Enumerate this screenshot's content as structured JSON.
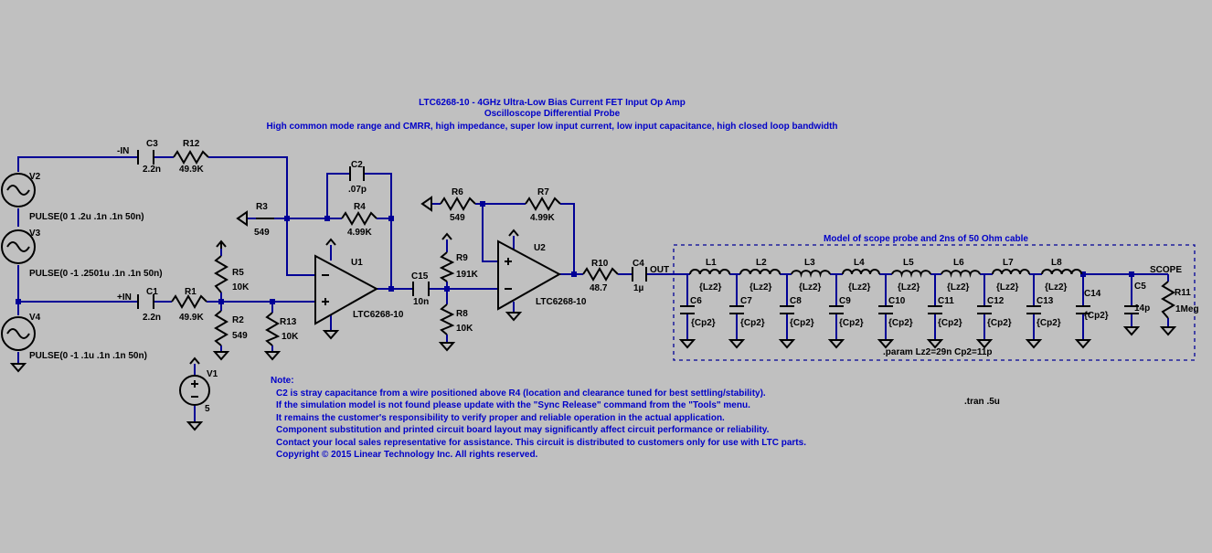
{
  "header": {
    "title": "LTC6268-10 - 4GHz Ultra-Low Bias Current FET Input Op Amp",
    "subtitle": "Oscilloscope Differential Probe",
    "description": "High common mode range and CMRR, high impedance, super low input current, low input capacitance, high closed loop bandwidth"
  },
  "labels": {
    "C3": "C3",
    "C3_value": "2.2n",
    "R12": "R12",
    "R12_value": "49.9K",
    "neg_in": "-IN",
    "pos_in": "+IN",
    "C1": "C1",
    "C1_value": "2.2n",
    "R1": "R1",
    "R1_value": "49.9K",
    "V2": "V2",
    "V2_value": "PULSE(0 1 .2u .1n .1n 50n)",
    "V3": "V3",
    "V3_value": "PULSE(0 -1 .2501u .1n .1n 50n)",
    "V4": "V4",
    "V4_value": "PULSE(0 -1 .1u .1n .1n 50n)",
    "V1": "V1",
    "V1_value": "5",
    "R3": "R3",
    "R3_value": "549",
    "R4": "R4",
    "R4_value": "4.99K",
    "C2": "C2",
    "C2_value": ".07p",
    "R5": "R5",
    "R5_value": "10K",
    "R2": "R2",
    "R2_value": "549",
    "R13": "R13",
    "R13_value": "10K",
    "U1": "U1",
    "U1_value": "LTC6268-10",
    "C15": "C15",
    "C15_value": "10n",
    "R9": "R9",
    "R9_value": "191K",
    "R8": "R8",
    "R8_value": "10K",
    "R6": "R6",
    "R6_value": "549",
    "R7": "R7",
    "R7_value": "4.99K",
    "U2": "U2",
    "U2_value": "LTC6268-10",
    "R10": "R10",
    "R10_value": "48.7",
    "C4": "C4",
    "C4_value": "1µ",
    "out": "OUT",
    "scope": "SCOPE",
    "box_title": "Model of scope probe and 2ns of 50 Ohm cable",
    "param": ".param Lz2=29n Cp2=11p",
    "C14": "C14",
    "C14_value": "{Cp2}",
    "C5": "C5",
    "C5_value": "14p",
    "R11": "R11",
    "R11_value": "1Meg",
    "tran": ".tran .5u",
    "L1": "L1",
    "L2": "L2",
    "L3": "L3",
    "L4": "L4",
    "L5": "L5",
    "L6": "L6",
    "L7": "L7",
    "L8": "L8",
    "Lz2": "{Lz2}",
    "C6": "C6",
    "C7": "C7",
    "C8": "C8",
    "C9": "C9",
    "C10": "C10",
    "C11": "C11",
    "C12": "C12",
    "C13": "C13",
    "Cp2": "{Cp2}"
  },
  "notes": [
    "Note:",
    "C2 is stray capacitance from a wire positioned above R4 (location and clearance tuned for best settling/stability).",
    "If the simulation model is not found please update with the \"Sync Release\" command from the \"Tools\" menu.",
    "It remains the customer's responsibility to verify proper and reliable operation in the actual application.",
    "Component substitution and printed circuit board layout may significantly affect circuit performance or reliability.",
    "Contact your local sales representative for assistance. This circuit is distributed to customers only for use with LTC parts.",
    "Copyright © 2015 Linear Technology Inc. All rights reserved."
  ],
  "colors": {
    "background": "#c0c0c0",
    "wire": "#000096",
    "component": "#000000",
    "comment_text": "#0000c8"
  }
}
